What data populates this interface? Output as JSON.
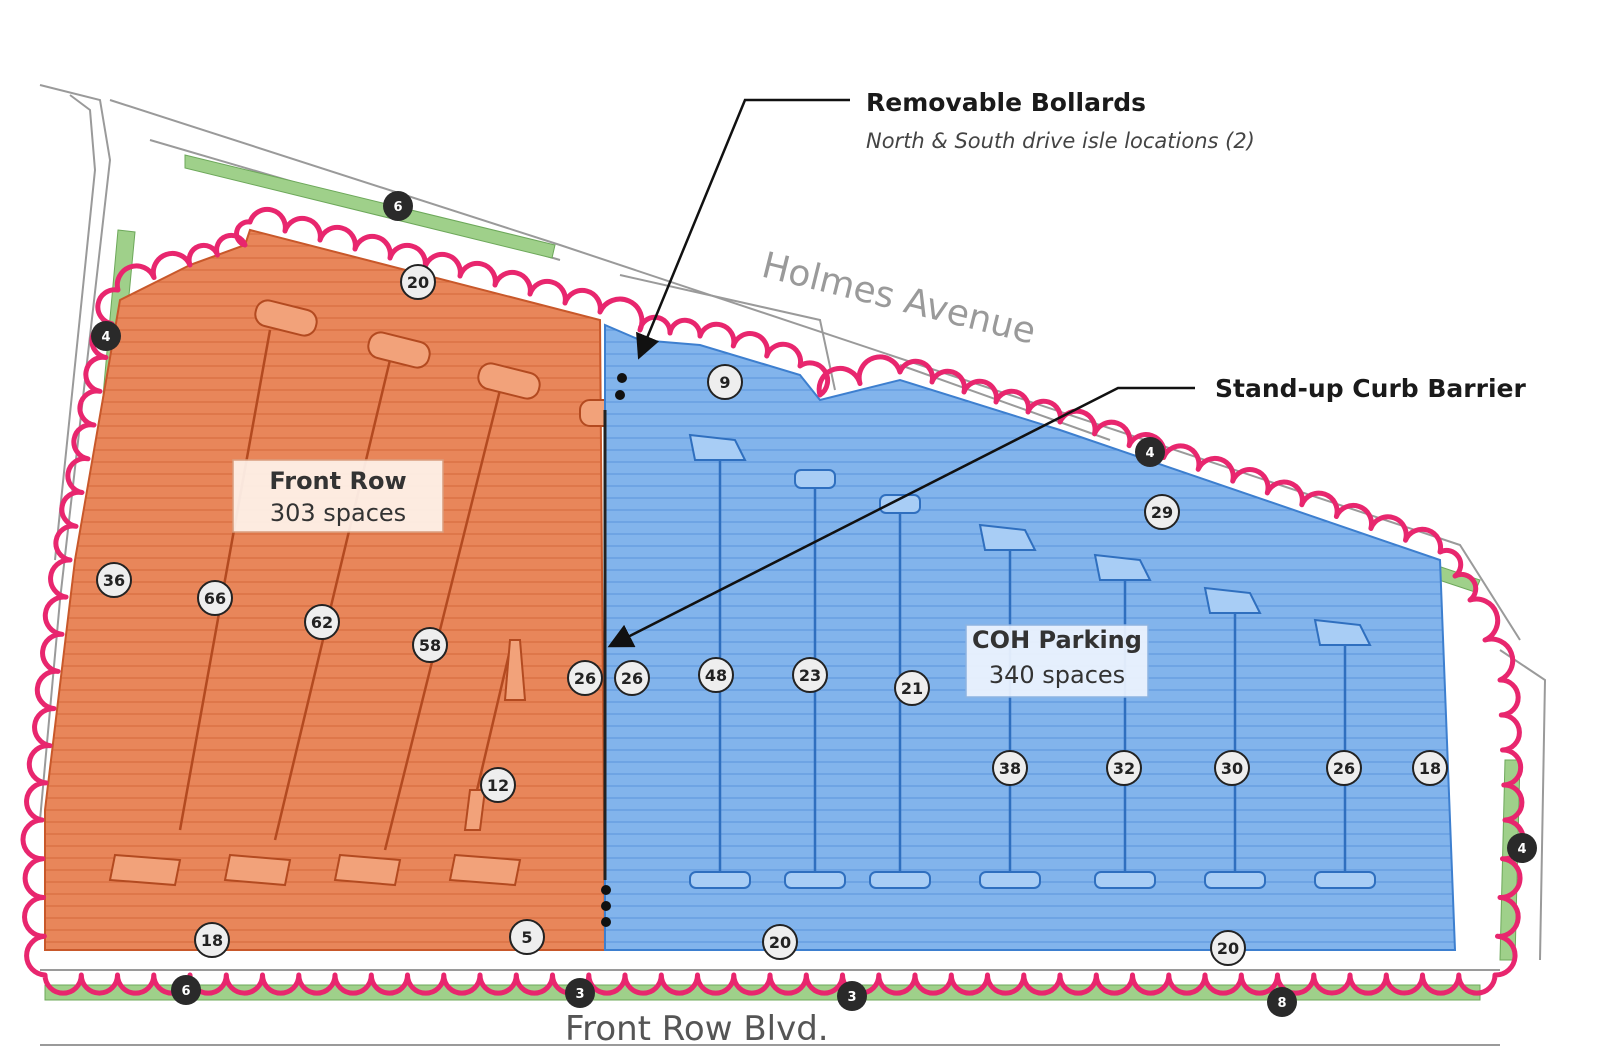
{
  "callouts": {
    "bollards_title": "Removable Bollards",
    "bollards_subtitle": "North & South drive isle locations (2)",
    "curb_title": "Stand-up Curb Barrier"
  },
  "streets": {
    "north": "Holmes Avenue",
    "south": "Front Row Blvd."
  },
  "zones": {
    "front_row": {
      "name": "Front Row",
      "spaces": "303 spaces",
      "color": "#e8865a"
    },
    "coh": {
      "name": "COH Parking",
      "spaces": "340 spaces",
      "color": "#82b4ec"
    }
  },
  "colors": {
    "boundary": "#e8266e",
    "landscape": "#9fd08a",
    "curb": "#555555"
  },
  "row_counts": {
    "front_row": [
      "20",
      "36",
      "66",
      "62",
      "58",
      "26",
      "12",
      "18",
      "5"
    ],
    "coh": [
      "9",
      "29",
      "26",
      "48",
      "23",
      "21",
      "38",
      "32",
      "30",
      "26",
      "18",
      "20",
      "20"
    ]
  },
  "tree_counts": [
    "6",
    "4",
    "4",
    "6",
    "3",
    "3",
    "8",
    "4"
  ]
}
